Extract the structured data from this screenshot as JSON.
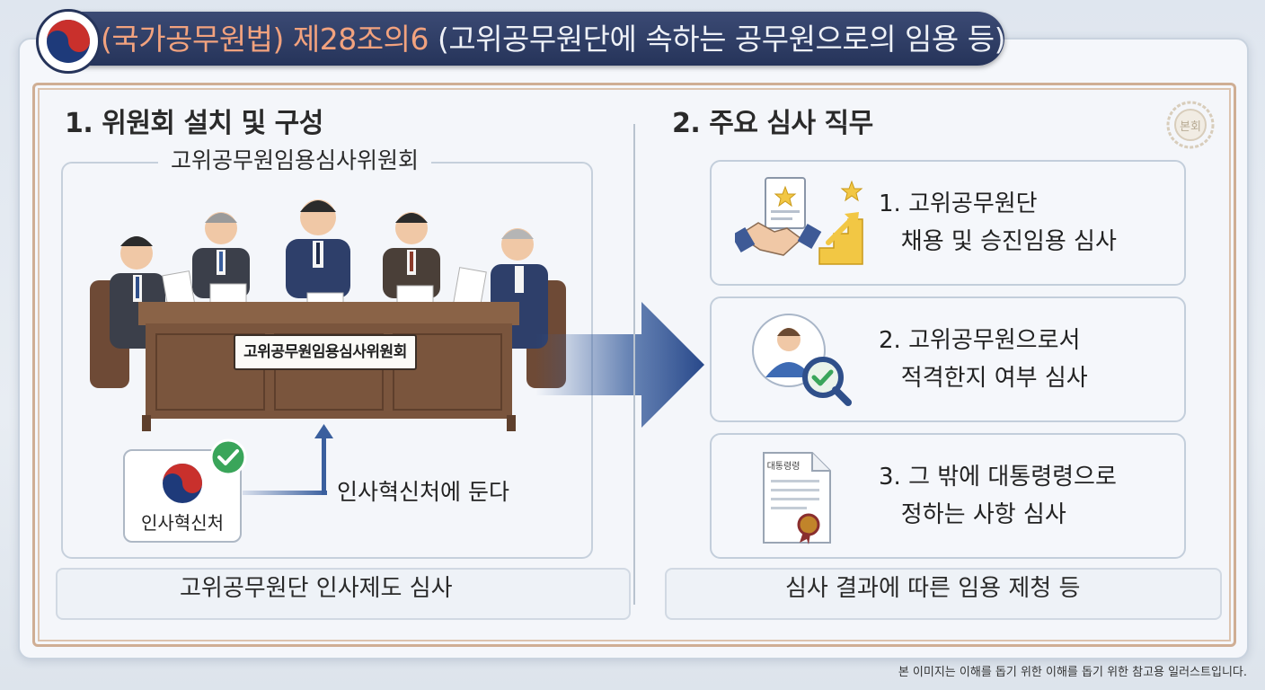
{
  "title": {
    "law_part": "(국가공무원법) 제28조의6",
    "subject_part": " (고위공무원단에 속하는 공무원으로의 임용 등)"
  },
  "left": {
    "heading": "1. 위원회 설치 및 구성",
    "box_caption": "고위공무원임용심사위원회",
    "table_plaque": "고위공무원임용심사위원회",
    "org_name": "인사혁신처",
    "placement": "인사혁신처에 둔다",
    "bottom": "고위공무원단 인사제도 심사"
  },
  "right": {
    "heading": "2. 주요 심사 직무",
    "duties": [
      {
        "text": "1. 고위공무원단\n   채용 및 승진임용 심사",
        "icon": "handshake-stairs-icon"
      },
      {
        "text": "2. 고위공무원으로서\n   적격한지 여부 심사",
        "icon": "person-magnifier-check-icon"
      },
      {
        "text": "3. 그 밖에 대통령령으로\n   정하는 사항 심사",
        "icon": "decree-document-icon"
      }
    ],
    "document_label": "대통령령",
    "bottom": "심사 결과에 따른 임용 제청 등"
  },
  "seal_text": "본회",
  "footnote": "본 이미지는 이해를 돕기 위한 이해를 돕기 위한 참고용 일러스트입니다.",
  "colors": {
    "title_bg": "#26345a",
    "title_orange": "#f2a27e",
    "arrow_blue": "#3a5f9e",
    "check_green": "#3aa55a"
  }
}
